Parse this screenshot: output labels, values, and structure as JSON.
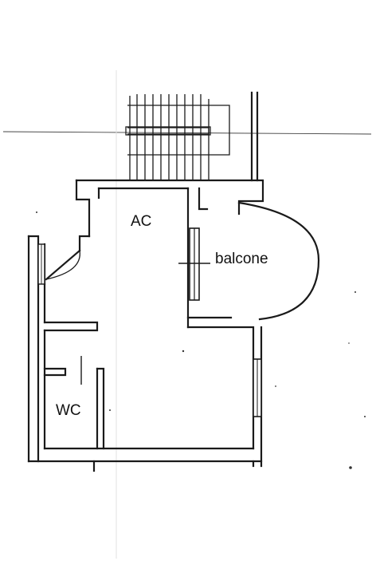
{
  "rooms": {
    "ac": "AC",
    "balcone": "balcone",
    "wc": "WC"
  },
  "colors": {
    "ink": "#1a1a1a",
    "paper": "#ffffff"
  }
}
